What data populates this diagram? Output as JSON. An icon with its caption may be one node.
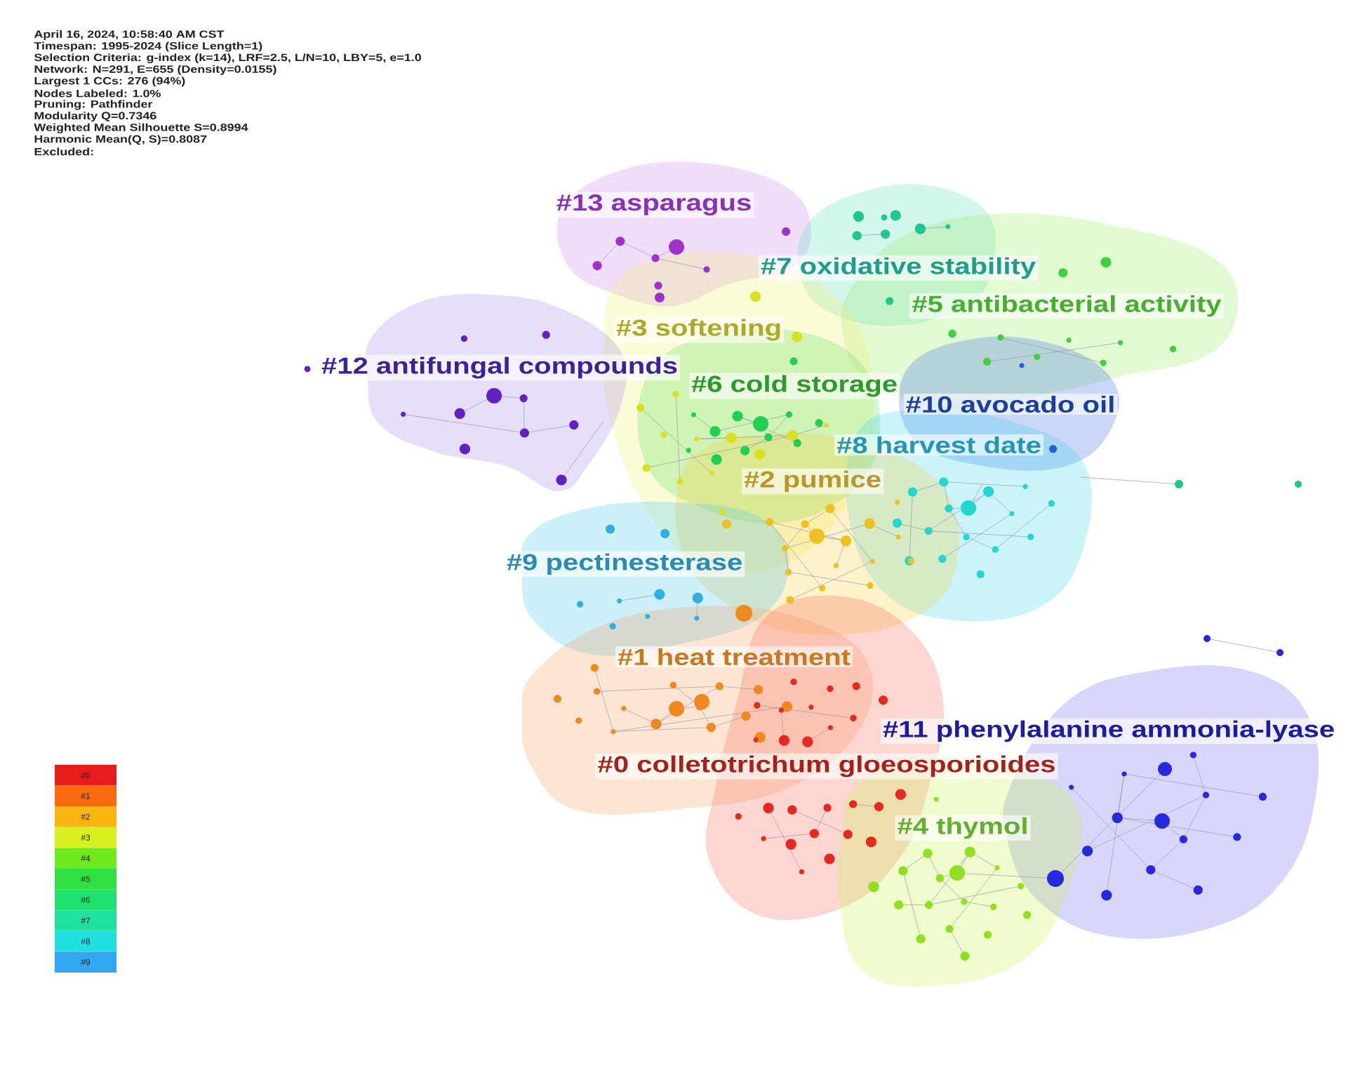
{
  "diagram": {
    "nodes": [
      {
        "text": [
          "#13 asparagus"
        ]
      },
      {
        "text": [
          "#7 oxidative stability"
        ]
      },
      {
        "text": [
          "#5 antibacterial activity"
        ]
      },
      {
        "text": [
          "#3 softening"
        ]
      },
      {
        "text": [
          "#12 antifungal compounds"
        ]
      },
      {
        "text": [
          "#6 cold storage"
        ]
      },
      {
        "text": [
          "#10 avocado oil"
        ]
      },
      {
        "text": [
          "#8 harvest date"
        ]
      },
      {
        "text": [
          "#2 pumice"
        ]
      },
      {
        "text": [
          "#9 pectinesterase"
        ]
      },
      {
        "text": [
          "#1 heat treatment"
        ]
      },
      {
        "text": [
          "#11 phenylalanine ammonia-lyase"
        ]
      },
      {
        "text": [
          "#0 colletotrichum gloeosporioides"
        ]
      },
      {
        "text": [
          "#4 thymol"
        ]
      }
    ],
    "labels": [
      "April 16, 2024, 10:58:40 AM CST",
      "Timespan: 1995-2024 (Slice Length=1)",
      "Selection Criteria: g-index (k=14), LRF=2.5, L/N=10, LBY=5, e=1.0",
      "Network: N=291, E=655 (Density=0.0155)",
      "Largest 1 CCs: 276 (94%)",
      "Nodes Labeled: 1.0%",
      "Pruning: Pathfinder",
      "Modularity Q=0.7346",
      "Weighted Mean Silhouette S=0.8994",
      "Harmonic Mean(Q, S)=0.8087",
      "Excluded:"
    ],
    "legend": [
      {
        "text": "#0",
        "color": "#e81c1c"
      },
      {
        "text": "#1",
        "color": "#f86a10"
      },
      {
        "text": "#2",
        "color": "#fbb510"
      },
      {
        "text": "#3",
        "color": "#d8f020"
      },
      {
        "text": "#4",
        "color": "#70e820"
      },
      {
        "text": "#5",
        "color": "#30e040"
      },
      {
        "text": "#6",
        "color": "#20e070"
      },
      {
        "text": "#7",
        "color": "#20e0a0"
      },
      {
        "text": "#8",
        "color": "#20e0e0"
      },
      {
        "text": "#9",
        "color": "#30a8f0"
      }
    ]
  }
}
